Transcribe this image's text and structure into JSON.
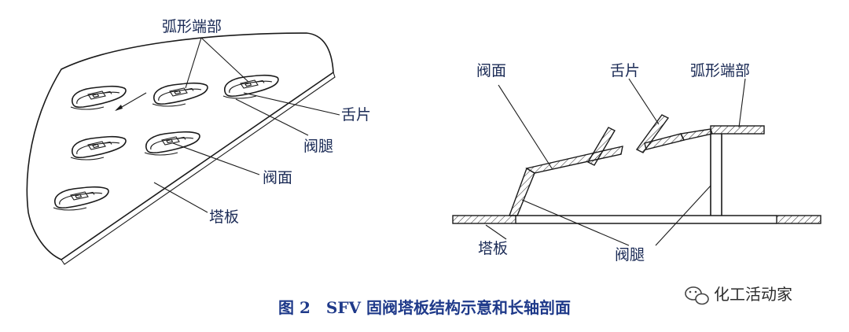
{
  "left_diagram": {
    "label_arc_end": "弧形端部",
    "label_tongue": "舌片",
    "label_leg": "阀腿",
    "label_face": "阀面",
    "label_tray": "塔板"
  },
  "right_diagram": {
    "label_face": "阀面",
    "label_tongue": "舌片",
    "label_arc_end": "弧形端部",
    "label_tray": "塔板",
    "label_leg": "阀腿"
  },
  "caption": "图 2　SFV 固阀塔板结构示意和长轴剖面",
  "watermark": "化工活动家"
}
